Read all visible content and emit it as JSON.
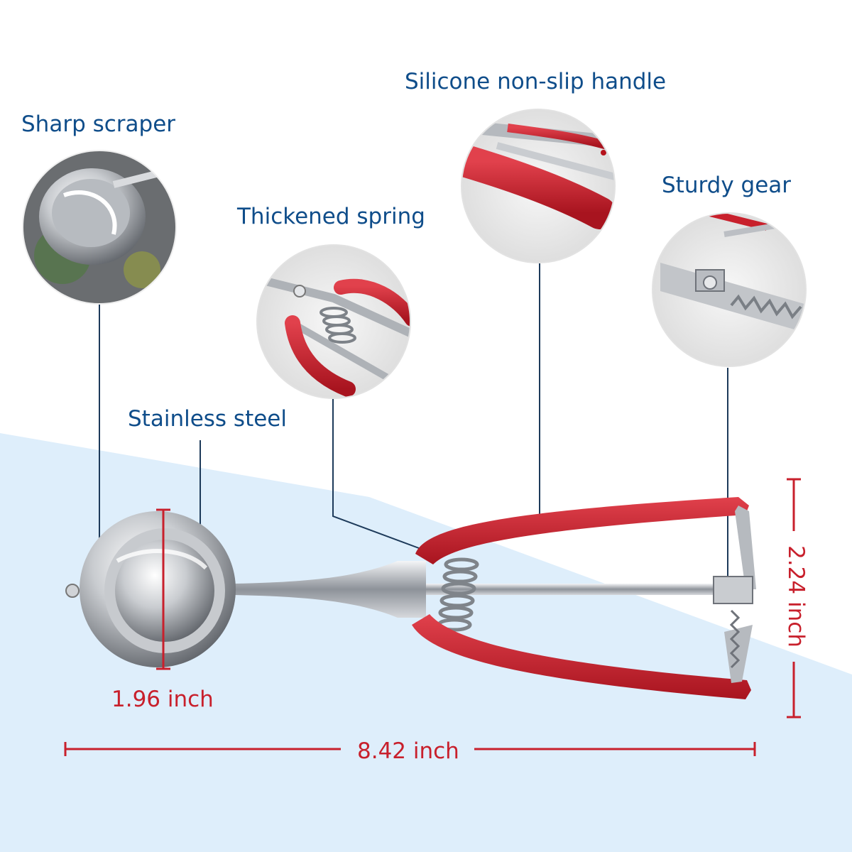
{
  "labels": {
    "sharp_scraper": "Sharp scraper",
    "silicone_handle": "Silicone non-slip handle",
    "thickened_spring": "Thickened spring",
    "sturdy_gear": "Sturdy gear",
    "stainless_steel": "Stainless steel"
  },
  "dimensions": {
    "bowl_diameter": "1.96 inch",
    "total_length": "8.42 inch",
    "height": "2.24 inch"
  },
  "colors": {
    "label_text": "#0f4d8a",
    "dimension_text": "#c8202c",
    "handle_red": "#c8202c",
    "background_band": "#deeefb",
    "callout_line": "#1d3a5a"
  }
}
